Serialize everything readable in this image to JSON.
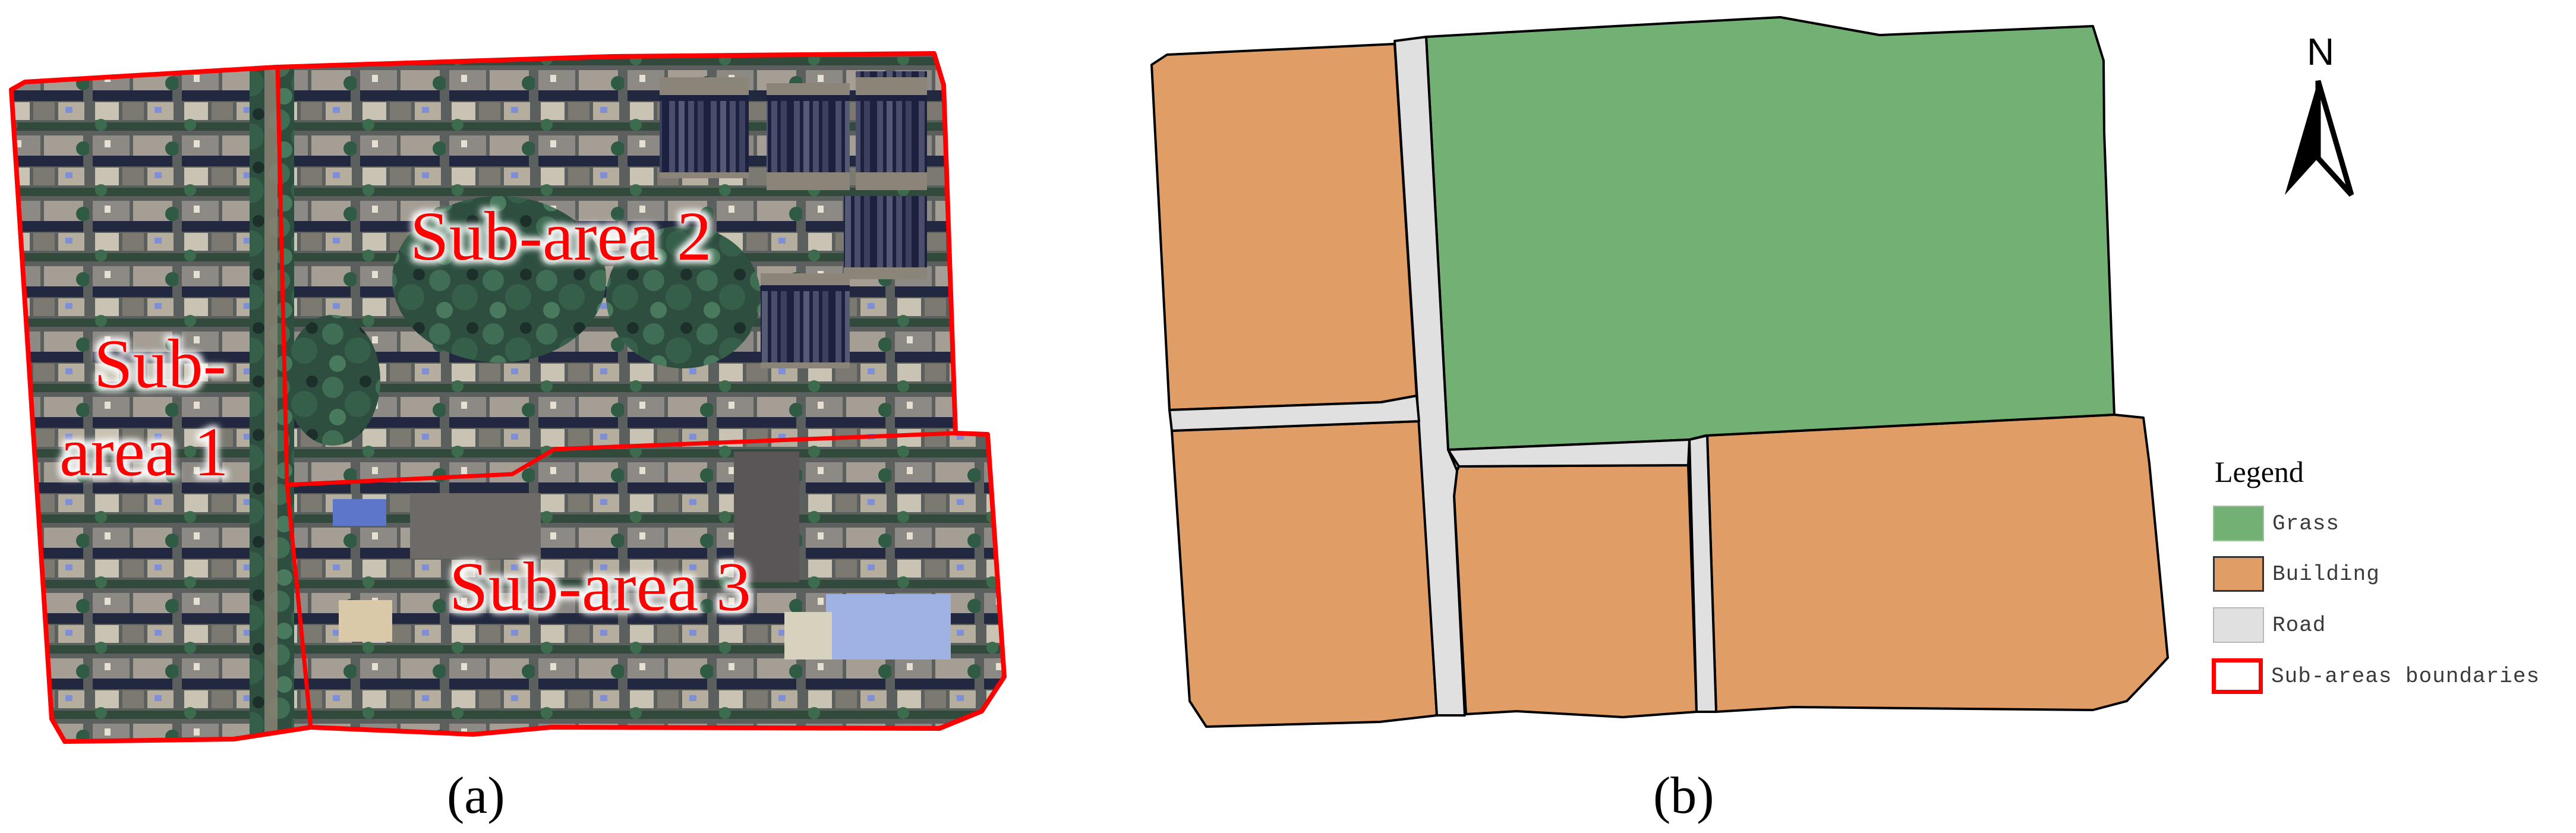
{
  "figure": {
    "panel_a": {
      "caption": "(a)",
      "type": "satellite-image",
      "boundary_color": "#ff0000",
      "labels": [
        {
          "id": "sub-area-1",
          "lines": [
            "Sub-",
            "area 1"
          ]
        },
        {
          "id": "sub-area-2",
          "lines": [
            "Sub-area 2"
          ]
        },
        {
          "id": "sub-area-3",
          "lines": [
            "Sub-area 3"
          ]
        }
      ],
      "outer_boundary": [
        [
          19,
          151
        ],
        [
          42,
          138
        ],
        [
          465,
          113
        ],
        [
          1030,
          95
        ],
        [
          1572,
          90
        ],
        [
          1588,
          143
        ],
        [
          1608,
          729
        ],
        [
          1662,
          731
        ],
        [
          1690,
          1139
        ],
        [
          1652,
          1197
        ],
        [
          1581,
          1226
        ],
        [
          927,
          1224
        ],
        [
          796,
          1236
        ],
        [
          523,
          1224
        ],
        [
          393,
          1244
        ],
        [
          109,
          1248
        ],
        [
          87,
          1210
        ],
        [
          19,
          151
        ]
      ],
      "dividers": [
        [
          [
            467,
            113
          ],
          [
            483,
            816
          ],
          [
            523,
            1224
          ]
        ],
        [
          [
            483,
            816
          ],
          [
            862,
            798
          ],
          [
            933,
            756
          ],
          [
            1608,
            729
          ]
        ]
      ]
    },
    "panel_b": {
      "caption": "(b)",
      "type": "land-cover-map",
      "colors": {
        "grass": "#72b173",
        "building": "#e09e66",
        "road": "#e0e0e0",
        "outline": "#000000"
      },
      "polygons": [
        {
          "class": "building",
          "name": "building-block-nw",
          "points": [
            [
              1938,
              109
            ],
            [
              1964,
              92
            ],
            [
              2347,
              74
            ],
            [
              2384,
              666
            ],
            [
              2324,
              677
            ],
            [
              1968,
              690
            ]
          ]
        },
        {
          "class": "building",
          "name": "building-block-sw",
          "points": [
            [
              1972,
              725
            ],
            [
              2388,
              709
            ],
            [
              2418,
              1204
            ],
            [
              2322,
              1215
            ],
            [
              2030,
              1223
            ],
            [
              2002,
              1180
            ]
          ]
        },
        {
          "class": "building",
          "name": "building-block-s-middle",
          "points": [
            [
              2455,
              785
            ],
            [
              2841,
              783
            ],
            [
              2855,
              1198
            ],
            [
              2731,
              1207
            ],
            [
              2552,
              1197
            ],
            [
              2467,
              1202
            ],
            [
              2447,
              835
            ],
            [
              2452,
              792
            ]
          ]
        },
        {
          "class": "building",
          "name": "building-block-se",
          "points": [
            [
              2873,
              733
            ],
            [
              3558,
              698
            ],
            [
              3607,
              703
            ],
            [
              3617,
              780
            ],
            [
              3648,
              1107
            ],
            [
              3624,
              1133
            ],
            [
              3579,
              1180
            ],
            [
              3522,
              1195
            ],
            [
              3017,
              1190
            ],
            [
              2888,
              1198
            ]
          ]
        },
        {
          "class": "grass",
          "name": "grass-area",
          "points": [
            [
              2400,
              62
            ],
            [
              2700,
              45
            ],
            [
              2996,
              29
            ],
            [
              3163,
              59
            ],
            [
              3522,
              44
            ],
            [
              3540,
              102
            ],
            [
              3541,
              222
            ],
            [
              3558,
              698
            ],
            [
              2871,
              733
            ],
            [
              2843,
              740
            ],
            [
              2437,
              757
            ]
          ]
        },
        {
          "class": "road",
          "name": "road-main-vertical",
          "points": [
            [
              2347,
              69
            ],
            [
              2400,
              62
            ],
            [
              2437,
              757
            ],
            [
              2452,
              792
            ],
            [
              2447,
              835
            ],
            [
              2465,
              1204
            ],
            [
              2418,
              1204
            ],
            [
              2388,
              719
            ],
            [
              2385,
              673
            ]
          ]
        },
        {
          "class": "road",
          "name": "road-west-horizontal",
          "points": [
            [
              1968,
              690
            ],
            [
              2324,
              677
            ],
            [
              2384,
              666
            ],
            [
              2388,
              709
            ],
            [
              1972,
              725
            ]
          ]
        },
        {
          "class": "road",
          "name": "road-south-horizontal",
          "points": [
            [
              2437,
              757
            ],
            [
              2843,
              740
            ],
            [
              2841,
              783
            ],
            [
              2455,
              785
            ]
          ]
        },
        {
          "class": "road",
          "name": "road-south-vertical",
          "points": [
            [
              2843,
              740
            ],
            [
              2873,
              733
            ],
            [
              2888,
              1198
            ],
            [
              2855,
              1198
            ]
          ]
        }
      ]
    },
    "north_arrow": {
      "label": "N"
    },
    "legend": {
      "title": "Legend",
      "items": [
        {
          "label": "Grass",
          "swatch": "grass"
        },
        {
          "label": "Building",
          "swatch": "building"
        },
        {
          "label": "Road",
          "swatch": "road"
        },
        {
          "label": "Sub-areas boundaries",
          "swatch": "boundary"
        }
      ]
    }
  }
}
